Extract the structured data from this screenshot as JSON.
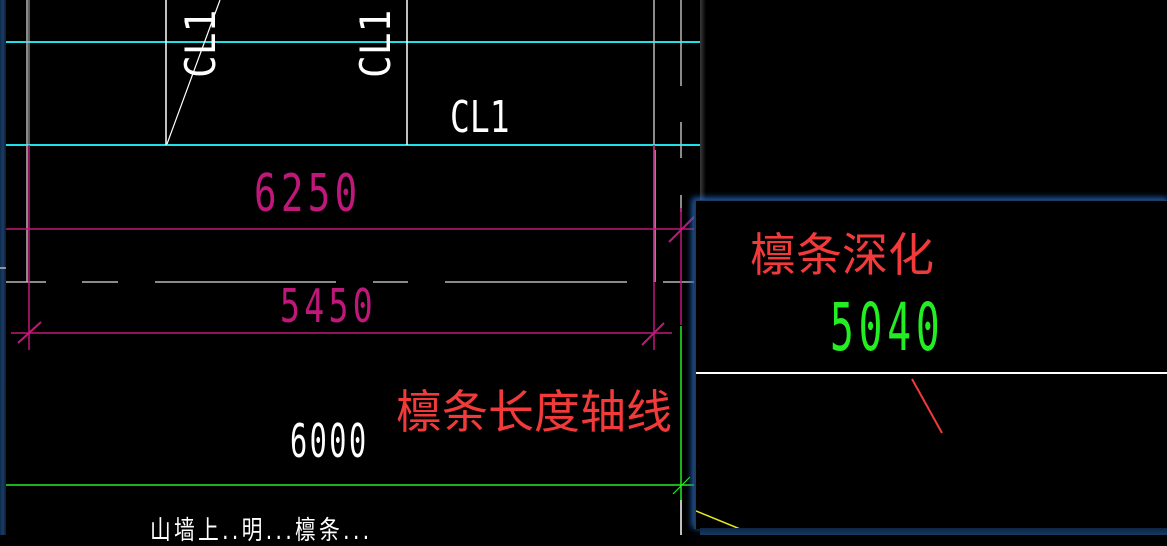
{
  "drawing": {
    "beam_labels": {
      "horizontal": "CL1",
      "vertical_left": "CL1",
      "vertical_right": "CL1"
    },
    "dimensions": {
      "upper_magenta": "6250",
      "lower_magenta": "5450",
      "white_bottom": "6000"
    },
    "annotation_axis": "檩条长度轴线",
    "bottom_note_partial": "山墙上..明...檩条..."
  },
  "popup": {
    "title": "檩条深化",
    "value": "5040"
  },
  "colors": {
    "background": "#000000",
    "cyan_line": "#1ee0e8",
    "magenta_dim": "#c0187a",
    "green_axis": "#22ee22",
    "white_line": "#ffffff",
    "grey_line": "#b8b8b8",
    "red_annotation": "#f23a3a",
    "yellow_line": "#e8e820",
    "popup_glow": "#1b3d66"
  }
}
